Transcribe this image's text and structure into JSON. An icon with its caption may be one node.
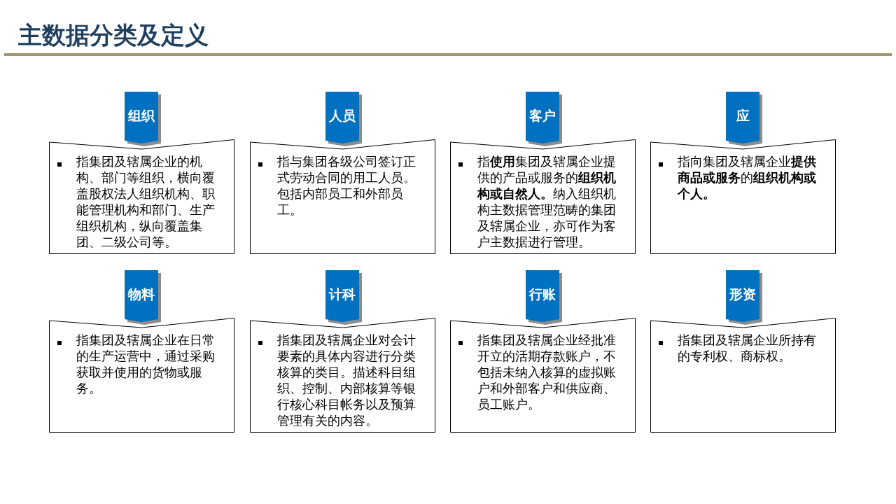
{
  "diagram": {
    "title": "主数据分类及定义",
    "nodes": [
      {
        "text": [
          "组织",
          "指集团及辖属企业的机构、部门等组织，横向覆盖股权法人组织机构、职能管理机构和部门、生产组织机构，纵向覆盖集团、二级公司等。"
        ]
      },
      {
        "text": [
          "人员",
          "指与集团各级公司签订正式劳动合同的用工人员。包括内部员工和外部员工。"
        ]
      },
      {
        "text": [
          "客户",
          "指**使用**集团及辖属企业提供的产品或服务的**组织机构或自然人。**纳入组织机构主数据管理范畴的集团及辖属企业，亦可作为客户主数据进行管理。"
        ]
      },
      {
        "text": [
          "应",
          "指向集团及辖属企业**提供商品或服务**的**组织机构或个人。**"
        ]
      },
      {
        "text": [
          "物料",
          "指集团及辖属企业在日常的生产运营中，通过采购获取并使用的货物或服务。"
        ]
      },
      {
        "text": [
          "计科",
          "指集团及辖属企业对会计要素的具体内容进行分类核算的类目。描述科目组织、控制、内部核算等银行核心科目帐务以及预算管理有关的内容。"
        ]
      },
      {
        "text": [
          "行账",
          "指集团及辖属企业经批准开立的活期存款账户，不包括未纳入核算的虚拟账户和外部客户和供应商、员工账户。"
        ]
      },
      {
        "text": [
          "形资",
          "指集团及辖属企业所持有的专利权、商标权。"
        ]
      }
    ],
    "edges": []
  }
}
